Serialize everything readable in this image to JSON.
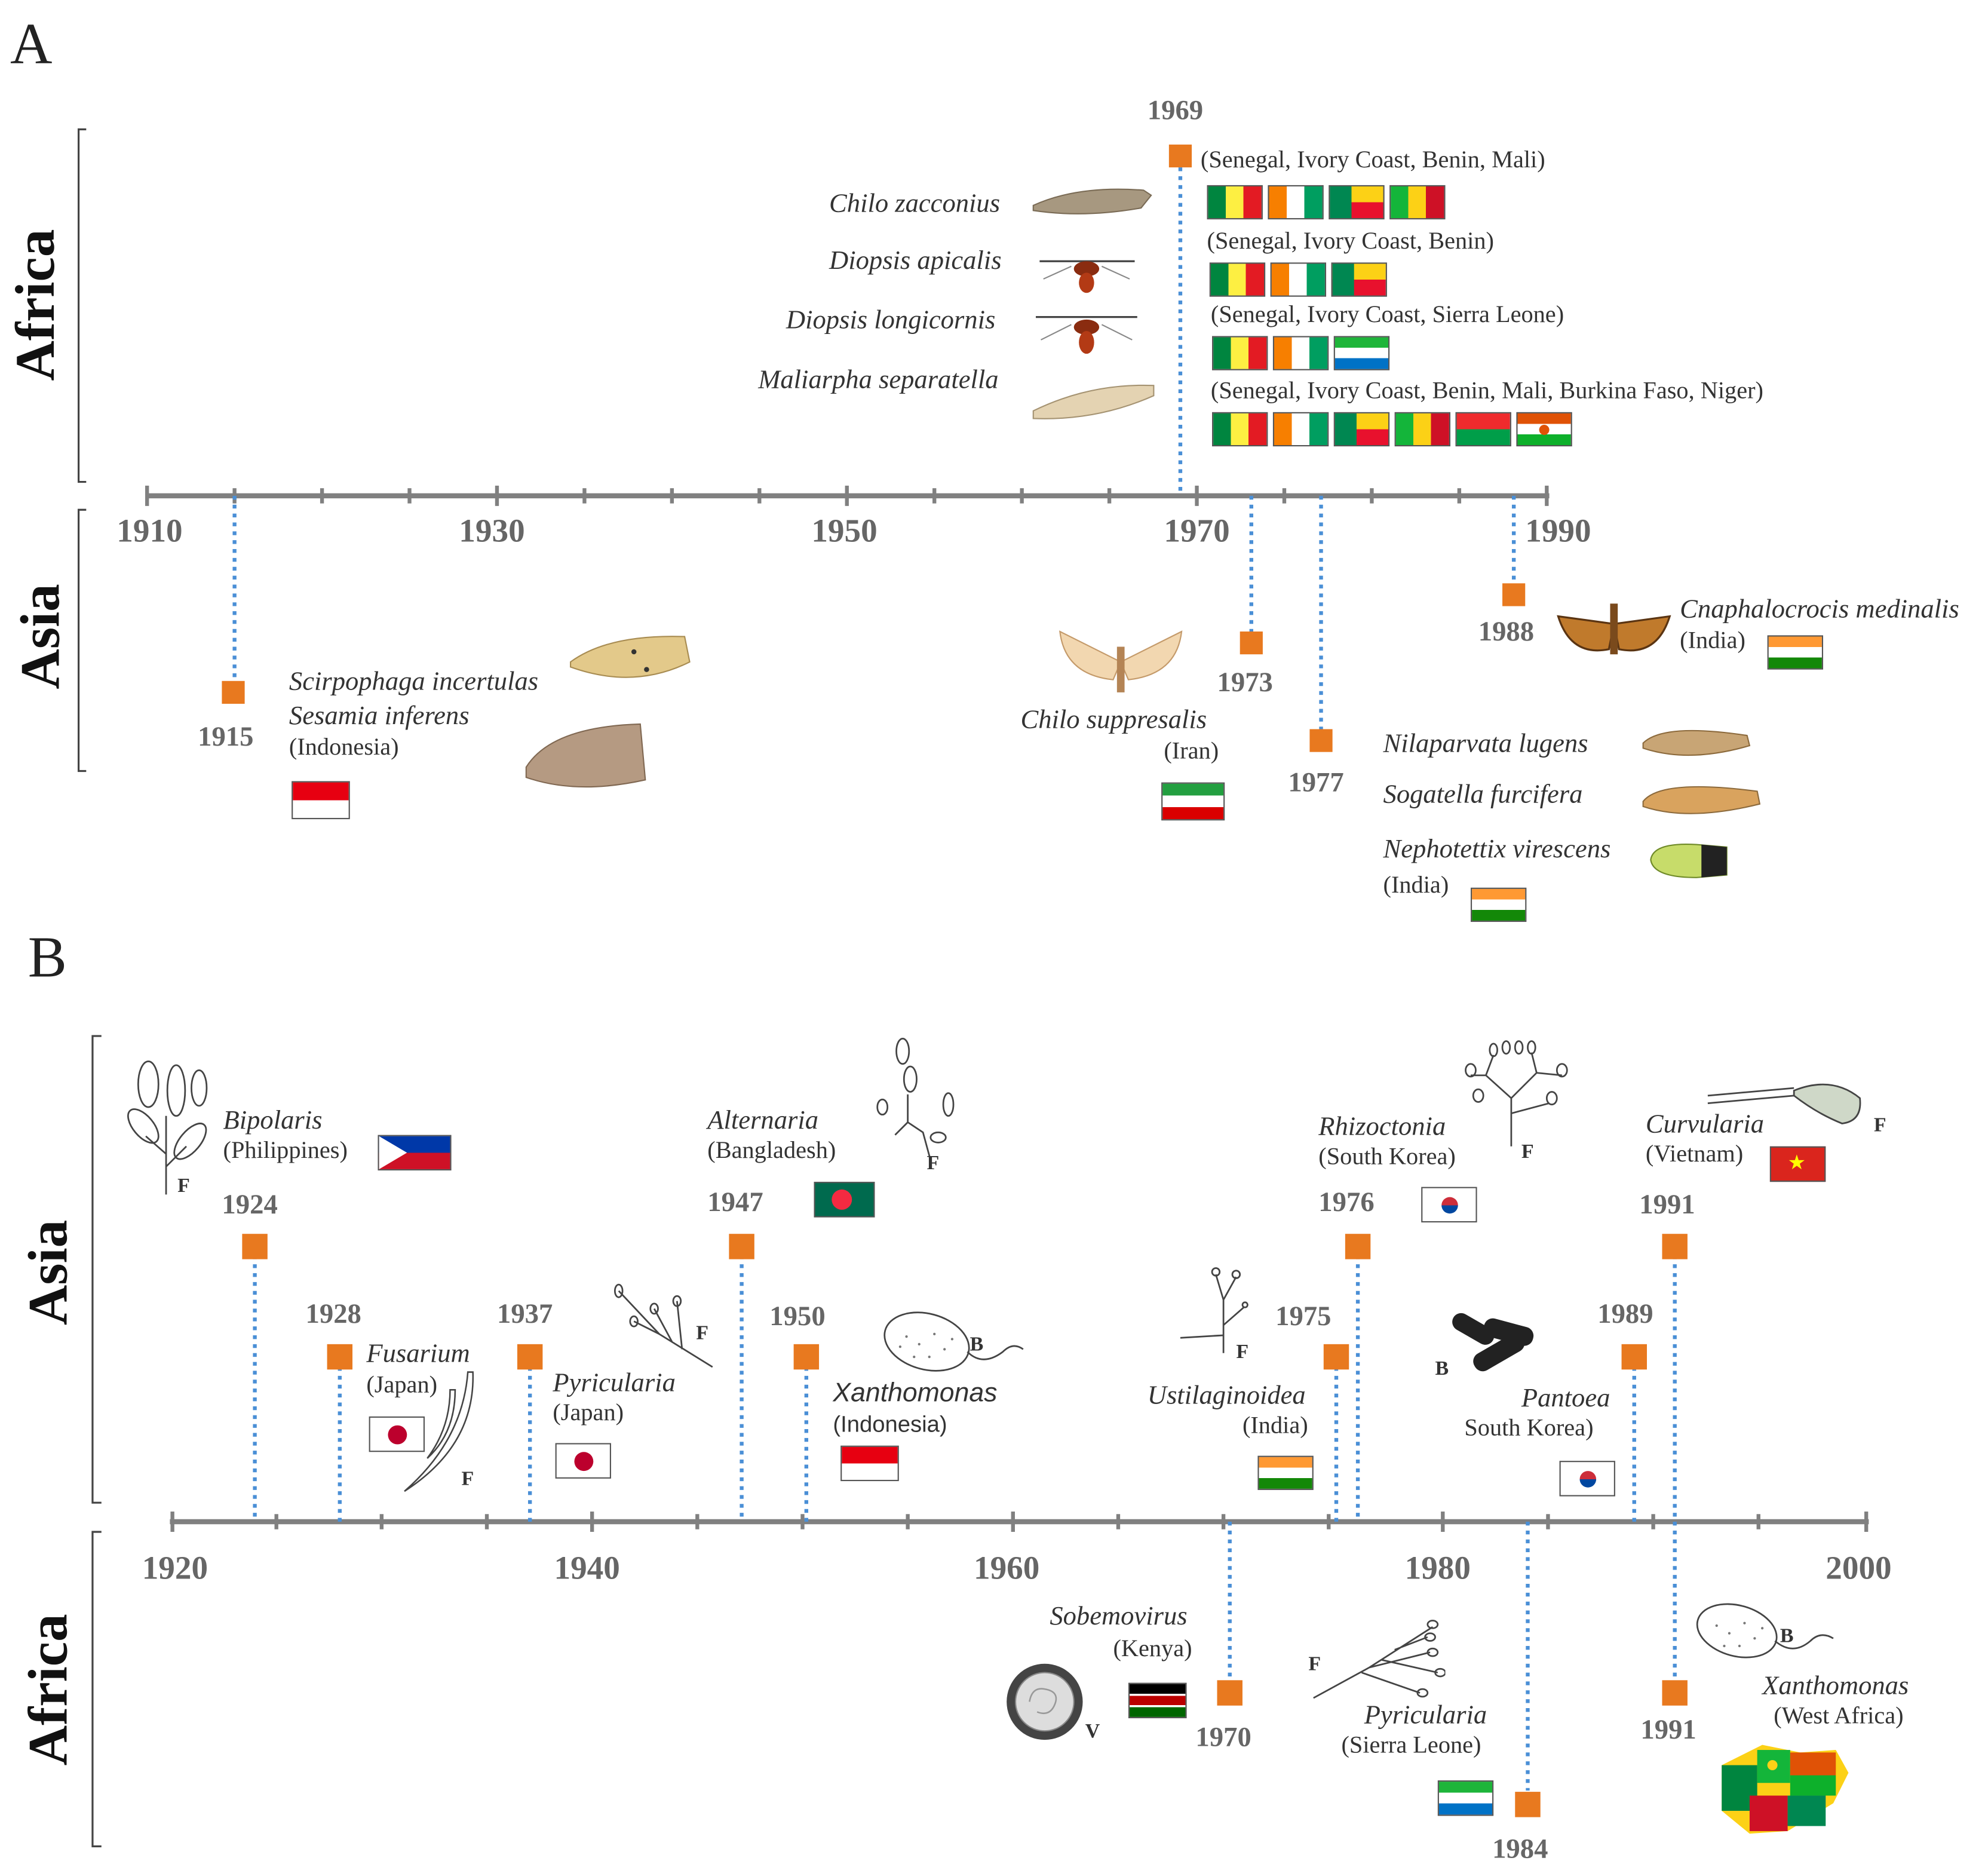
{
  "panels": {
    "a": {
      "label": "A",
      "region_top": "Africa",
      "region_bottom": "Asia",
      "axis_ticks": [
        "1910",
        "1930",
        "1950",
        "1970",
        "1990"
      ],
      "africa_event": {
        "year": "1969",
        "species": [
          "Chilo zacconius",
          "Diopsis apicalis",
          "Diopsis longicornis",
          "Maliarpha separatella"
        ],
        "countries": [
          "(Senegal, Ivory Coast, Benin, Mali)",
          "(Senegal, Ivory Coast, Benin)",
          "(Senegal, Ivory Coast, Sierra Leone)",
          "(Senegal, Ivory Coast, Benin, Mali, Burkina Faso, Niger)"
        ]
      },
      "asia_events": {
        "e1915": {
          "year": "1915",
          "species1": "Scirpophaga incertulas",
          "species2": "Sesamia inferens",
          "country": "(Indonesia)"
        },
        "e1973": {
          "year": "1973",
          "species": "Chilo suppresalis",
          "country": "(Iran)"
        },
        "e1977": {
          "year": "1977",
          "species1": "Nilaparvata lugens",
          "species2": "Sogatella furcifera",
          "species3": "Nephotettix virescens",
          "country": "(India)"
        },
        "e1988": {
          "year": "1988",
          "species": "Cnaphalocrocis medinalis",
          "country": "(India)"
        }
      }
    },
    "b": {
      "label": "B",
      "region_top": "Asia",
      "region_bottom": "Africa",
      "axis_ticks": [
        "1920",
        "1940",
        "1960",
        "1980",
        "2000"
      ],
      "asia_events": {
        "e1924": {
          "year": "1924",
          "name": "Bipolaris",
          "country": "(Philippines)",
          "type": "F"
        },
        "e1928": {
          "year": "1928",
          "name": "Fusarium",
          "country": "(Japan)",
          "type": "F"
        },
        "e1937": {
          "year": "1937",
          "name": "Pyricularia",
          "country": "(Japan)",
          "type": "F"
        },
        "e1947": {
          "year": "1947",
          "name": "Alternaria",
          "country": "(Bangladesh)",
          "type": "F"
        },
        "e1950": {
          "year": "1950",
          "name": "Xanthomonas",
          "country": "(Indonesia)",
          "type": "B"
        },
        "e1975": {
          "year": "1975",
          "name": "Ustilaginoidea",
          "country": "(India)",
          "type": "F"
        },
        "e1976": {
          "year": "1976",
          "name": "Rhizoctonia",
          "country": "(South Korea)",
          "type": "F"
        },
        "e1989": {
          "year": "1989",
          "name": "Pantoea",
          "country": "South Korea)",
          "type": "B"
        },
        "e1991": {
          "year": "1991",
          "name": "Curvularia",
          "country": "(Vietnam)",
          "type": "F"
        }
      },
      "africa_events": {
        "e1970": {
          "year": "1970",
          "name": "Sobemovirus",
          "country": "(Kenya)",
          "type": "V"
        },
        "e1984": {
          "year": "1984",
          "name": "Pyricularia",
          "country": "(Sierra Leone)",
          "type": "F"
        },
        "e1991": {
          "year": "1991",
          "name": "Xanthomonas",
          "country": "(West Africa)",
          "type": "B"
        }
      }
    }
  },
  "colors": {
    "marker": "#e8791f",
    "axis": "#808080",
    "dotted": "#4a8fd6"
  }
}
